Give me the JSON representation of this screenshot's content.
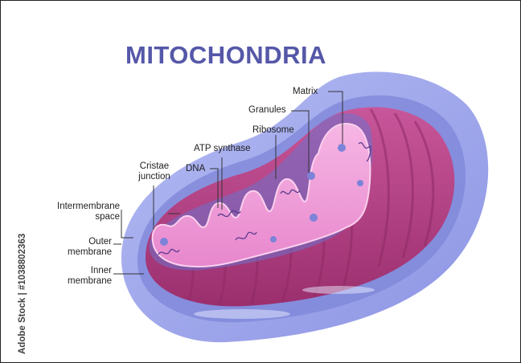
{
  "title": "MITOCHONDRIA",
  "labels": {
    "matrix": "Matrix",
    "granules": "Granules",
    "ribosome": "Ribosome",
    "atp_synthase": "ATP synthase",
    "dna": "DNA",
    "cristae_line1": "Cristae",
    "cristae_line2": "junction",
    "intermembrane_line1": "Intermembrane",
    "intermembrane_line2": "space",
    "outer_line1": "Outer",
    "outer_line2": "membrane",
    "inner_line1": "Inner",
    "inner_line2": "membrane"
  },
  "watermark": "Adobe Stock | #1038802363",
  "colors": {
    "title": "#5557a8",
    "outer_membrane": "#9ea6ec",
    "intermembrane": "#7d85d8",
    "inner_membrane": "#b0407f",
    "cristae": "#f1a3db",
    "granule": "#7c83d8"
  }
}
